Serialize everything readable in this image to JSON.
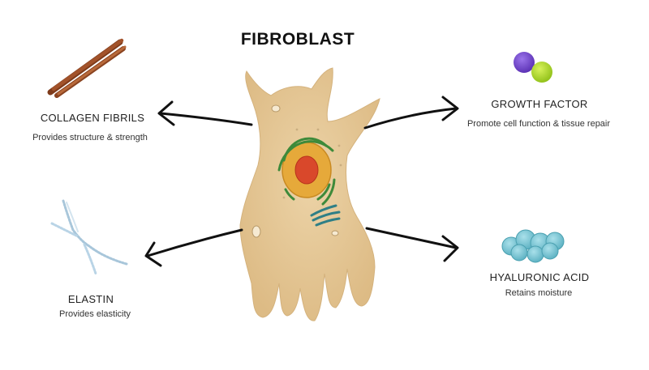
{
  "title": "FIBROBLAST",
  "components": {
    "collagen": {
      "label": "COLLAGEN FIBRILS",
      "description": "Provides structure & strength",
      "icon": "collagen-fibril-icon"
    },
    "growth_factor": {
      "label": "GROWTH FACTOR",
      "description": "Promote cell function & tissue repair",
      "icon": "growth-factor-molecule-icon"
    },
    "elastin": {
      "label": "ELASTIN",
      "description": "Provides elasticity",
      "icon": "elastin-fiber-icon"
    },
    "hyaluronic": {
      "label": "HYALURONIC ACID",
      "description": "Retains moisture",
      "icon": "hyaluronic-acid-cluster-icon"
    }
  },
  "colors": {
    "cell_body": "#e6c898",
    "nucleus_ring": "#e6a93a",
    "nucleus_core": "#d9482b",
    "er_green": "#3e8a3a",
    "golgi_teal": "#2f7f86",
    "collagen_brown": "#a2522a",
    "growth_purple": "#7c4bd6",
    "growth_green": "#b4e02c",
    "hyaluronic_cyan": "#7cc8d6",
    "elastin_blue": "#bcd6e6",
    "arrow": "#111111"
  }
}
